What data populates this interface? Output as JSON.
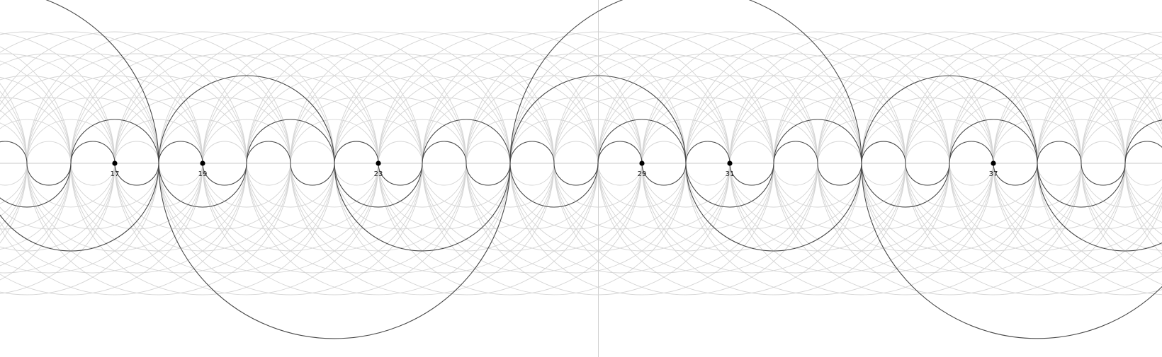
{
  "chart_data": {
    "type": "diagram",
    "axis": {
      "x_min": 14,
      "x_max": 40
    },
    "primes": [
      {
        "value": 17,
        "label": "17"
      },
      {
        "value": 19,
        "label": "19"
      },
      {
        "value": 23,
        "label": "23"
      },
      {
        "value": 29,
        "label": "29"
      },
      {
        "value": 31,
        "label": "31"
      },
      {
        "value": 37,
        "label": "37"
      }
    ],
    "vertical_line_at": 28,
    "divisor_arc_steps": [
      1,
      2,
      4,
      8
    ],
    "colors": {
      "dark_arcs": "#4a4a4a",
      "light_arcs": "#d4d4d4",
      "axis": "#c8c8c8",
      "dots": "#000000"
    }
  }
}
